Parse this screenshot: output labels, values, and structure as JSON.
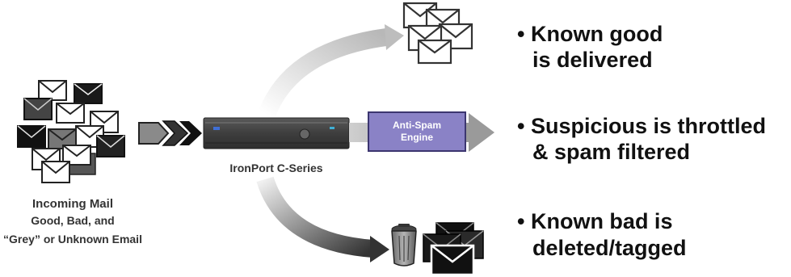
{
  "incoming": {
    "title": "Incoming Mail",
    "line2": "Good, Bad, and",
    "line3": "“Grey” or Unknown Email"
  },
  "appliance": {
    "label": "IronPort C-Series"
  },
  "engine": {
    "line1": "Anti-Spam",
    "line2": "Engine"
  },
  "outcomes": {
    "good": {
      "line1": "• Known good",
      "line2": "is delivered"
    },
    "suspicious": {
      "line1": "• Suspicious is throttled",
      "line2": "& spam filtered"
    },
    "bad": {
      "line1": "• Known bad is",
      "line2": "deleted/tagged"
    }
  },
  "colors": {
    "engine_fill": "#8a82c6",
    "appliance_body": "#4a4a4a",
    "arrow_gray": "#9a9a9a",
    "arrow_dark": "#333333"
  }
}
